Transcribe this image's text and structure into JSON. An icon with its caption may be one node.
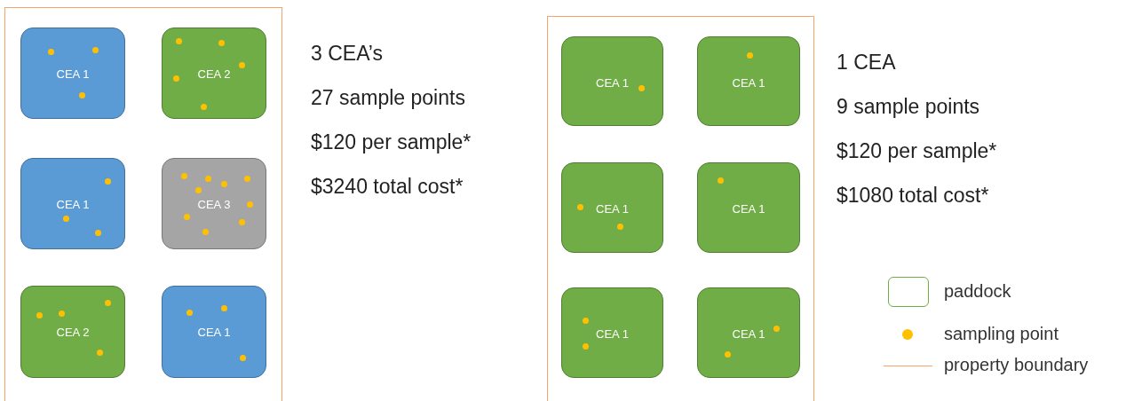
{
  "diagram": {
    "nodes": [
      {
        "text": [],
        "shape": "box"
      },
      {
        "text": [
          "CEA 1"
        ],
        "in": 0
      },
      {
        "text": [
          "CEA 2"
        ],
        "in": 0
      },
      {
        "text": [
          "CEA 1"
        ],
        "in": 0
      },
      {
        "text": [
          "CEA 3"
        ],
        "in": 0
      },
      {
        "text": [
          "CEA 2"
        ],
        "in": 0
      },
      {
        "text": [
          "CEA 1"
        ],
        "in": 0
      },
      {
        "text": [],
        "shape": "box"
      },
      {
        "text": [
          "CEA 1"
        ],
        "in": 7
      },
      {
        "text": [
          "CEA 1"
        ],
        "in": 7
      },
      {
        "text": [
          "CEA 1"
        ],
        "in": 7
      },
      {
        "text": [
          "CEA 1"
        ],
        "in": 7
      },
      {
        "text": [
          "CEA 1"
        ],
        "in": 7
      },
      {
        "text": [
          "CEA 1"
        ],
        "in": 7
      }
    ],
    "edges": [],
    "labels": [
      "3 CEA’s",
      "27 sample points",
      "$120 per sample*",
      "$3240 total cost*",
      "1 CEA",
      "9 sample points",
      "$120 per sample*",
      "$1080 total cost*"
    ],
    "legend": [
      {
        "text": "paddock"
      },
      {
        "text": "sampling point",
        "color": "#ffc000"
      },
      {
        "text": "property boundary"
      }
    ]
  }
}
